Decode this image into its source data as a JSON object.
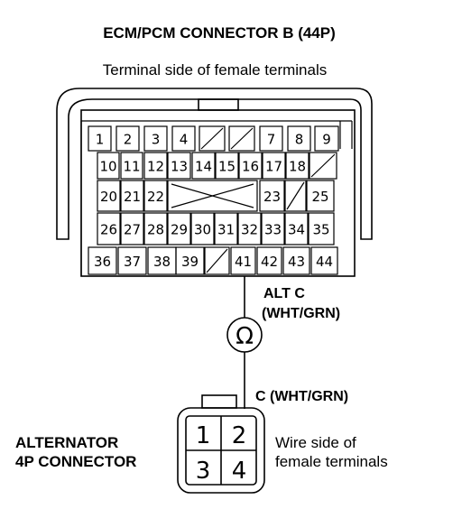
{
  "title": "ECM/PCM CONNECTOR B (44P)",
  "subtitle": "Terminal side of female terminals",
  "ecm_rows": [
    [
      {
        "label": "1"
      },
      {
        "label": "2"
      },
      {
        "label": "3"
      },
      {
        "label": "4"
      },
      {
        "label": ""
      },
      {
        "label": ""
      },
      {
        "label": "7"
      },
      {
        "label": "8"
      },
      {
        "label": "9"
      }
    ],
    [
      {
        "label": "10"
      },
      {
        "label": "11"
      },
      {
        "label": "12"
      },
      {
        "label": "13"
      },
      {
        "label": "14"
      },
      {
        "label": "15"
      },
      {
        "label": "16"
      },
      {
        "label": "17"
      },
      {
        "label": "18"
      },
      {
        "label": ""
      }
    ],
    [
      {
        "label": "20"
      },
      {
        "label": "21"
      },
      {
        "label": "22"
      },
      {
        "label": ""
      },
      {
        "label": "23"
      },
      {
        "label": ""
      },
      {
        "label": "25"
      }
    ],
    [
      {
        "label": "26"
      },
      {
        "label": "27"
      },
      {
        "label": "28"
      },
      {
        "label": "29"
      },
      {
        "label": "30"
      },
      {
        "label": "31"
      },
      {
        "label": "32"
      },
      {
        "label": "33"
      },
      {
        "label": "34"
      },
      {
        "label": "35"
      }
    ],
    [
      {
        "label": "36"
      },
      {
        "label": "37"
      },
      {
        "label": "38"
      },
      {
        "label": "39"
      },
      {
        "label": ""
      },
      {
        "label": "41"
      },
      {
        "label": "42"
      },
      {
        "label": "43"
      },
      {
        "label": "44"
      }
    ]
  ],
  "wire_top_name": "ALT C",
  "wire_top_color": "(WHT/GRN)",
  "ohmmeter_symbol": "Ω",
  "wire_bottom": "C (WHT/GRN)",
  "alt_connector_line1": "ALTERNATOR",
  "alt_connector_line2": "4P CONNECTOR",
  "alt_pins": [
    "1",
    "2",
    "3",
    "4"
  ],
  "wire_side_line1": "Wire side of",
  "wire_side_line2": "female terminals"
}
